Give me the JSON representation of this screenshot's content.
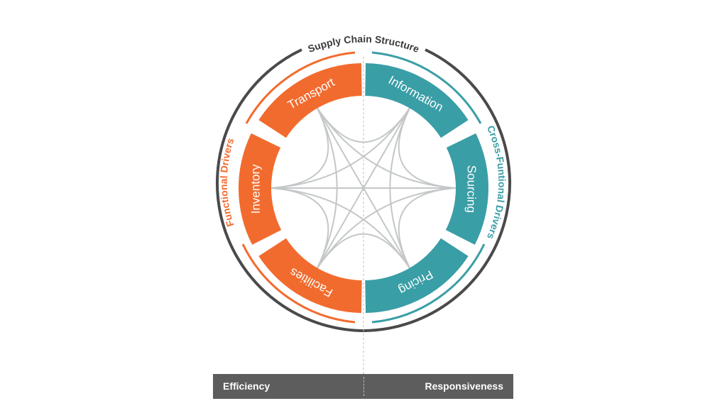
{
  "title": "Supply Chain Structure",
  "left_group": {
    "label": "Functional Drivers",
    "color": "#f26b2e"
  },
  "right_group": {
    "label": "Cross-Funtional Drivers",
    "color": "#3a9ea6"
  },
  "segments": [
    {
      "label": "Transport",
      "group": "left"
    },
    {
      "label": "Inventory",
      "group": "left"
    },
    {
      "label": "Facilities",
      "group": "left"
    },
    {
      "label": "Information",
      "group": "right"
    },
    {
      "label": "Sourcing",
      "group": "right"
    },
    {
      "label": "Pricing",
      "group": "right"
    }
  ],
  "bottom_bar": {
    "left": "Efficiency",
    "right": "Responsiveness"
  },
  "colors": {
    "outer_ring": "#4a4a4a",
    "connectors": "#c4c7c8",
    "bar": "#5d5d5d"
  }
}
